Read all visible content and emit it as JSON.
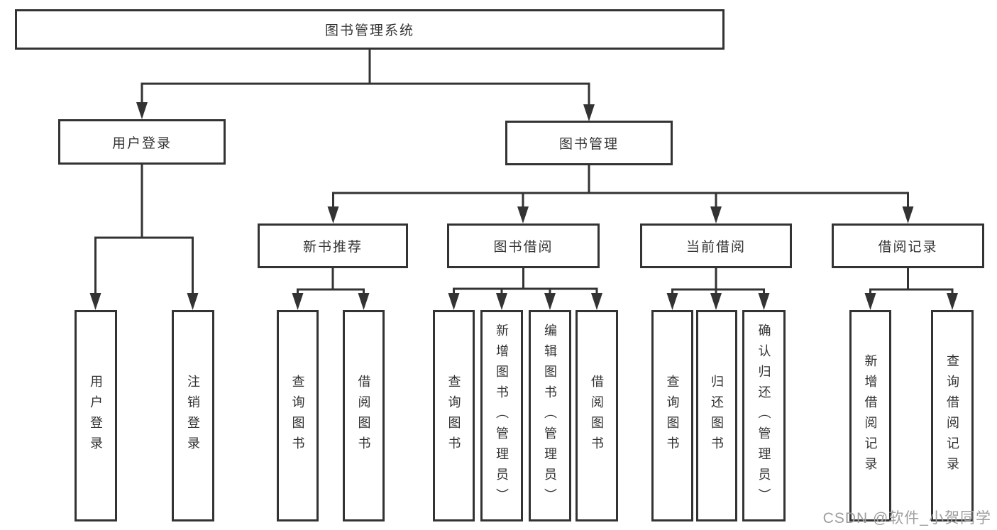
{
  "colors": {
    "line": "#333333",
    "text": "#333333",
    "background": "#ffffff",
    "watermark": "#9e9e9e"
  },
  "tree": {
    "root": {
      "label": "图书管理系统"
    },
    "login": {
      "label": "用户登录",
      "children": [
        {
          "label": "用户登录"
        },
        {
          "label": "注销登录"
        }
      ]
    },
    "management": {
      "label": "图书管理",
      "children": [
        {
          "label": "新书推荐",
          "children": [
            {
              "label": "查询图书"
            },
            {
              "label": "借阅图书"
            }
          ]
        },
        {
          "label": "图书借阅",
          "children": [
            {
              "label": "查询图书"
            },
            {
              "label": "新增图书（管理员）"
            },
            {
              "label": "编辑图书（管理员）"
            },
            {
              "label": "借阅图书"
            }
          ]
        },
        {
          "label": "当前借阅",
          "children": [
            {
              "label": "查询图书"
            },
            {
              "label": "归还图书"
            },
            {
              "label": "确认归还（管理员）"
            }
          ]
        },
        {
          "label": "借阅记录",
          "children": [
            {
              "label": "新增借阅记录"
            },
            {
              "label": "查询借阅记录"
            }
          ]
        }
      ]
    }
  },
  "watermark": {
    "text": "CSDN @软件_小贺同学"
  }
}
